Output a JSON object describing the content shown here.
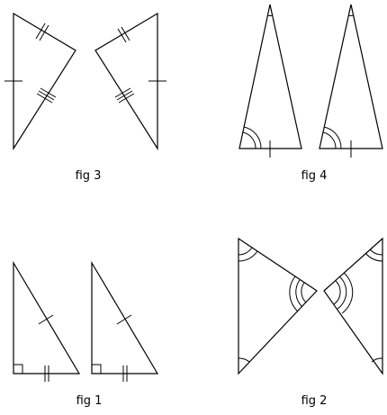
{
  "figures": [
    {
      "id": "fig3",
      "caption": "fig 3"
    },
    {
      "id": "fig4",
      "caption": "fig 4"
    },
    {
      "id": "fig1",
      "caption": "fig 1"
    },
    {
      "id": "fig2",
      "caption": "fig 2"
    }
  ],
  "colors": {
    "stroke": "#000000",
    "background": "#ffffff"
  }
}
